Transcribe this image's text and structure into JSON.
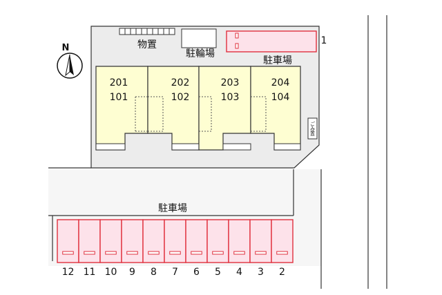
{
  "labels": {
    "storage": "物置",
    "bicycle_parking": "駐輪場",
    "parking_top": "駐車場",
    "parking_bottom": "駐車場",
    "garbage": "ごみ置",
    "north": "N"
  },
  "units": [
    {
      "upper": "201",
      "lower": "101"
    },
    {
      "upper": "202",
      "lower": "102"
    },
    {
      "upper": "203",
      "lower": "103"
    },
    {
      "upper": "204",
      "lower": "104"
    }
  ],
  "top_space_number": "1",
  "bottom_spaces": [
    "12",
    "11",
    "10",
    "9",
    "8",
    "7",
    "6",
    "5",
    "4",
    "3",
    "2"
  ],
  "colors": {
    "unit_fill": "#fefed2",
    "site_fill": "#ececec",
    "parking_fill": "#fde2ea",
    "parking_stroke": "#e0303e",
    "line": "#333333"
  }
}
